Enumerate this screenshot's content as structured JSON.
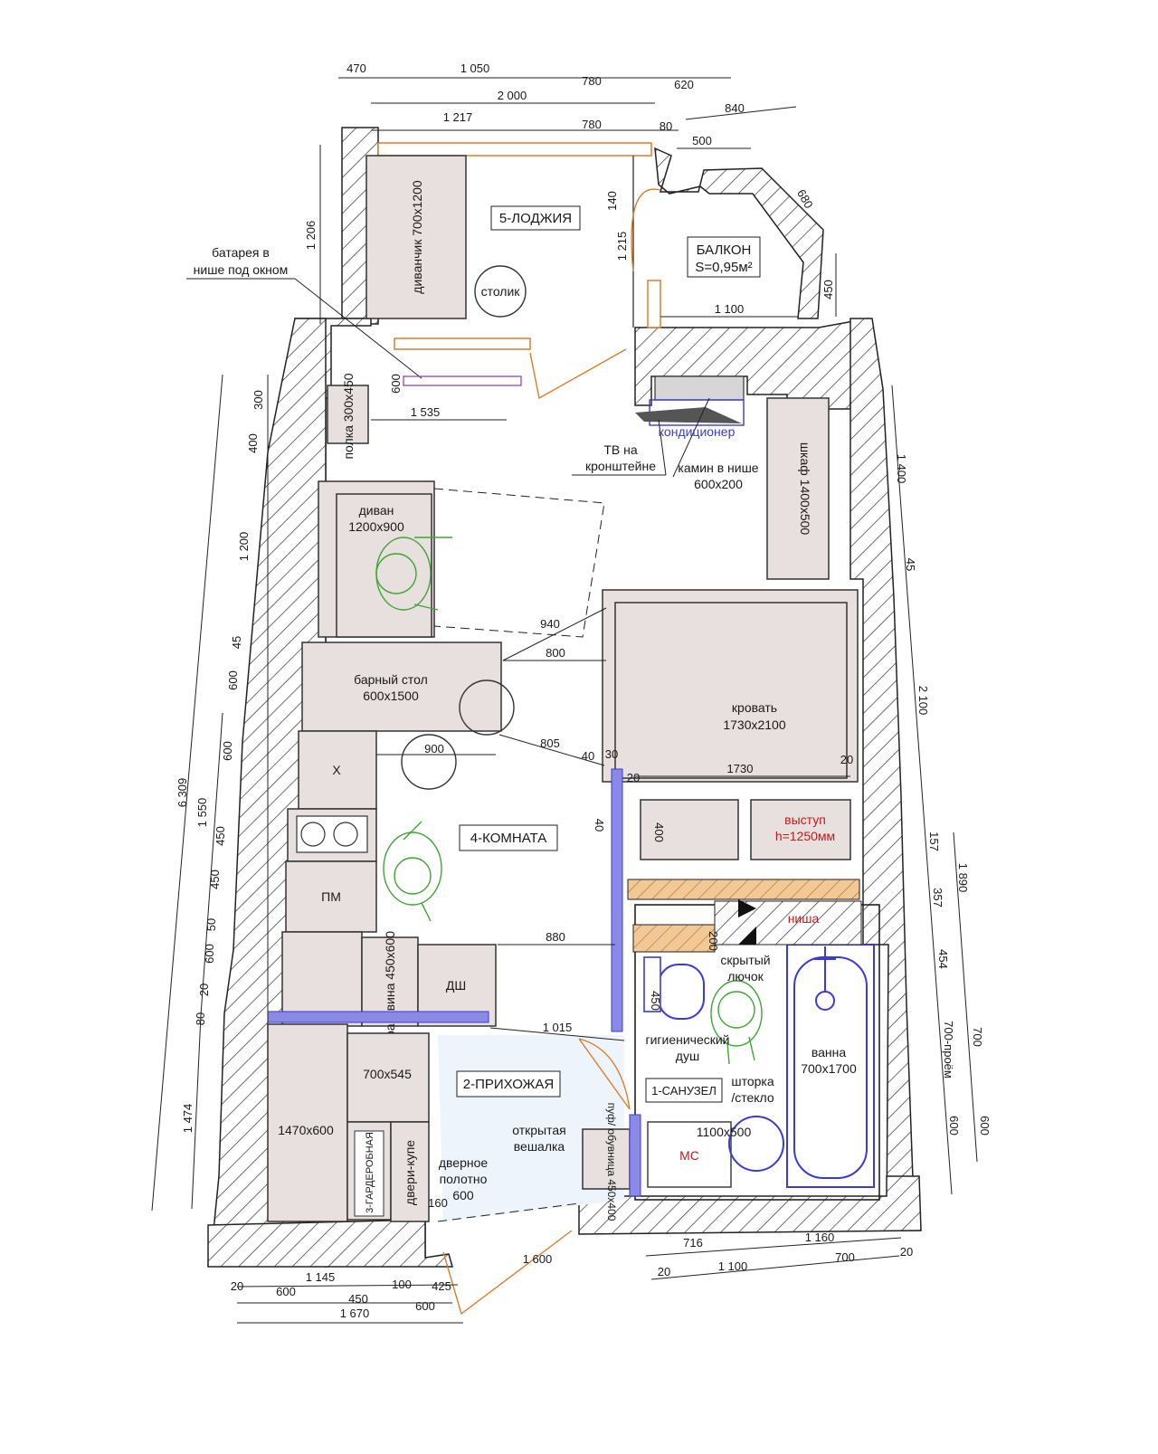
{
  "rooms": {
    "loggia": "5-ЛОДЖИЯ",
    "balcony": "БАЛКОН",
    "balcony_area": "S=0,95м²",
    "room": "4-КОМНАТА",
    "hall": "2-ПРИХОЖАЯ",
    "bath": "1-САНУЗЕЛ",
    "wardrobe": "3-ГАРДЕРОБНАЯ"
  },
  "furniture": {
    "loggia_sofa": "диванчик 700х1200",
    "table": "столик",
    "shelf": "полка 300х450",
    "sofa_name": "диван",
    "sofa_size": "1200х900",
    "wardrobe": "шкаф 1400х500",
    "bed_name": "кровать",
    "bed_size": "1730х2100",
    "bar_name": "барный стол",
    "bar_size": "600х1500",
    "fridge": "Х",
    "dishwasher": "ПМ",
    "sink": "раковина 450х600",
    "oven": "ДШ",
    "closet1": "1470х600",
    "closet2": "700х545",
    "sliding": "двери-купе",
    "shoes": "пуф/ обувница 450х400",
    "bathtub_name": "ванна",
    "bathtub_size": "700х1700",
    "washer": "МС",
    "washer_size": "1100х500",
    "ledge1": "выступ",
    "ledge2": "h=1250мм",
    "niche": "ниша"
  },
  "notes": {
    "battery1": "батарея в",
    "battery2": "нише под окном",
    "tv1": "ТВ на",
    "tv2": "кронштейне",
    "fire1": "камин в нише",
    "fire2": "600х200",
    "ac": "кондиционер",
    "hatch1": "скрытый",
    "hatch2": "лючок",
    "shower1": "гигиенический",
    "shower2": "душ",
    "curtain1": "шторка",
    "curtain2": "/стекло",
    "hanger1": "открытая",
    "hanger2": "вешалка",
    "door1": "дверное",
    "door2": "полотно",
    "door3": "600"
  },
  "dims": {
    "top1": [
      "470",
      "1 050",
      "780",
      "620"
    ],
    "top2": "2 000",
    "top3": [
      "1 217",
      "780",
      "80"
    ],
    "top4": "840",
    "top5": "500",
    "d680": "680",
    "d1206": "1 206",
    "d140": "140",
    "d1215": "1 215",
    "d450b": "450",
    "d1100b": "1 100",
    "d600s": "600",
    "d1535": "1 535",
    "left_inner": [
      "300",
      "400",
      "1 200",
      "45",
      "600",
      "600",
      "450",
      "450",
      "50",
      "600",
      "20",
      "80"
    ],
    "left_outer": [
      "6 309",
      "1 550",
      "1 474"
    ],
    "right_inner": [
      "1 400",
      "45",
      "2 100",
      "157",
      "357",
      "454",
      "700-проём",
      "600"
    ],
    "right_outer": [
      "1 890",
      "700",
      "600"
    ],
    "d940": "940",
    "d800": "800",
    "d900": "900",
    "d805": "805",
    "d40": "40",
    "d30": "30",
    "d20a": "20",
    "d1730": "1730",
    "d20b": "20",
    "d400": "400",
    "d4040": "40",
    "d880": "880",
    "d1015": "1 015",
    "d450c": "450",
    "d200": "200",
    "d160": "160",
    "bottom_r1": [
      "716",
      "1 160",
      "20"
    ],
    "bottom_r2": [
      "20",
      "1 100",
      "700"
    ],
    "d1600": "1 600",
    "bottom_l1": [
      "1 145",
      "100",
      "425"
    ],
    "bottom_l2": [
      "20",
      "600",
      "450",
      "600"
    ],
    "bottom_l3": "1 670"
  },
  "colors": {
    "furniture": "#e8dfdf",
    "door": "#e07b2a",
    "person": "#3fa535",
    "accent_blue": "#3a3ad8",
    "accent_red": "#c21a1a",
    "hall_floor": "#eef4fb"
  }
}
